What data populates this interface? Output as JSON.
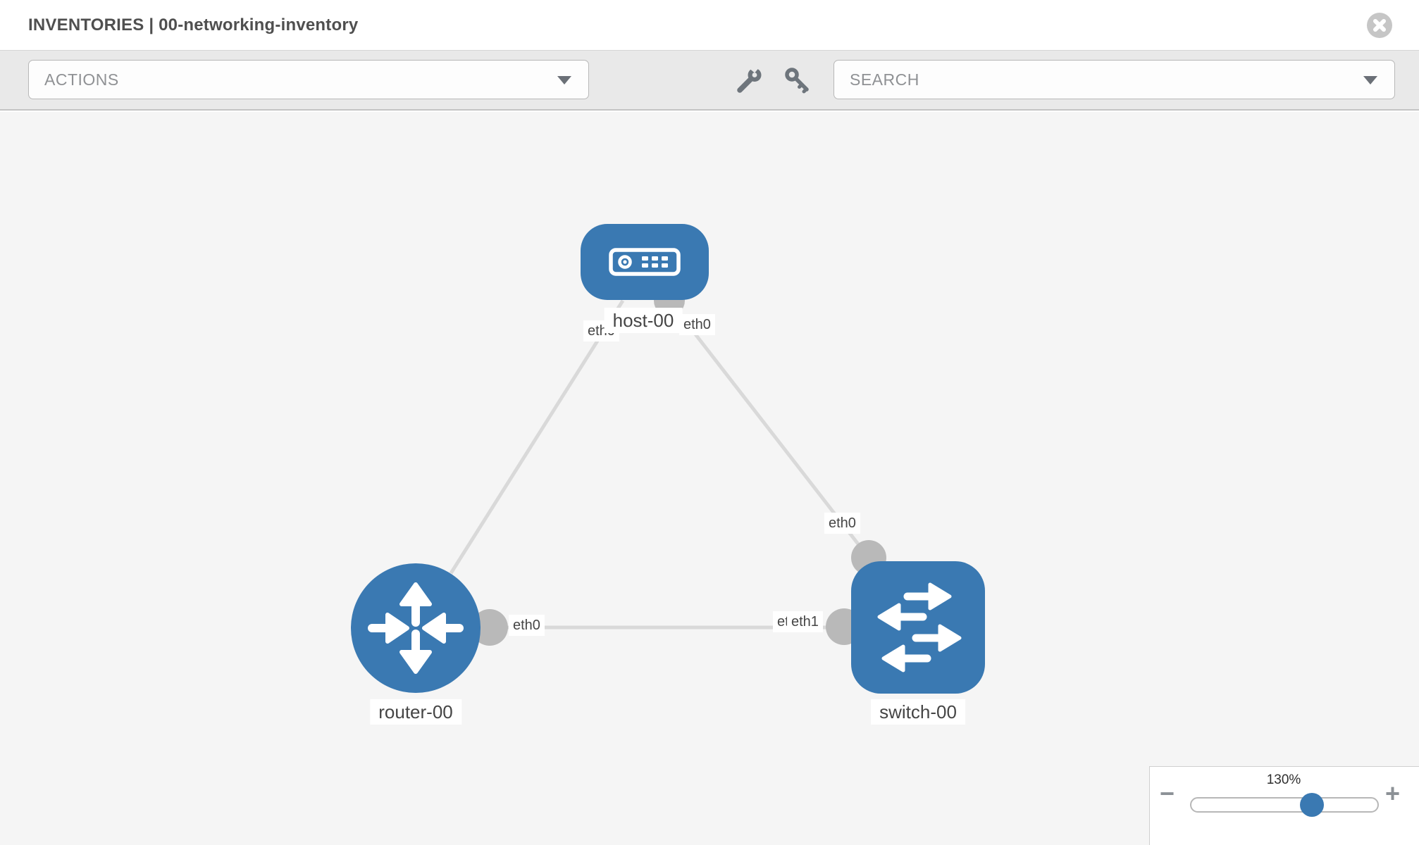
{
  "header": {
    "title": "INVENTORIES | 00-networking-inventory",
    "close_icon": "x-circle-icon"
  },
  "toolbar": {
    "actions_label": "ACTIONS",
    "search_placeholder": "SEARCH",
    "icons": [
      "wrench-icon",
      "key-icon"
    ]
  },
  "topology": {
    "nodes": [
      {
        "id": "host-00",
        "type": "host",
        "label": "host-00"
      },
      {
        "id": "router-00",
        "type": "router",
        "label": "router-00"
      },
      {
        "id": "switch-00",
        "type": "switch",
        "label": "switch-00"
      }
    ],
    "links": [
      {
        "source": "host-00",
        "target": "router-00",
        "source_interface": "eth0",
        "target_interface": "eth0"
      },
      {
        "source": "host-00",
        "target": "switch-00",
        "source_interface": "eth0",
        "target_interface": "eth0"
      },
      {
        "source": "router-00",
        "target": "switch-00",
        "source_interface": "eth0",
        "target_interface": "eth1"
      }
    ],
    "interface_labels": {
      "host_to_router": "eth0",
      "host_to_switch": "eth0",
      "router_to_host": "eth0",
      "switch_to_host": "eth0",
      "router_to_switch": "eth0",
      "switch_to_router": "eth1"
    }
  },
  "zoom_control": {
    "value": "130%",
    "zoom_out_label": "−",
    "zoom_in_label": "+",
    "slider_percent": 65
  },
  "colors": {
    "node_blue": "#3a79b2",
    "link_gray": "#d9d9d9",
    "interface_gray": "#b9b9b9",
    "toolbar_gray": "#e9e9e9",
    "canvas_gray": "#f5f5f5"
  }
}
